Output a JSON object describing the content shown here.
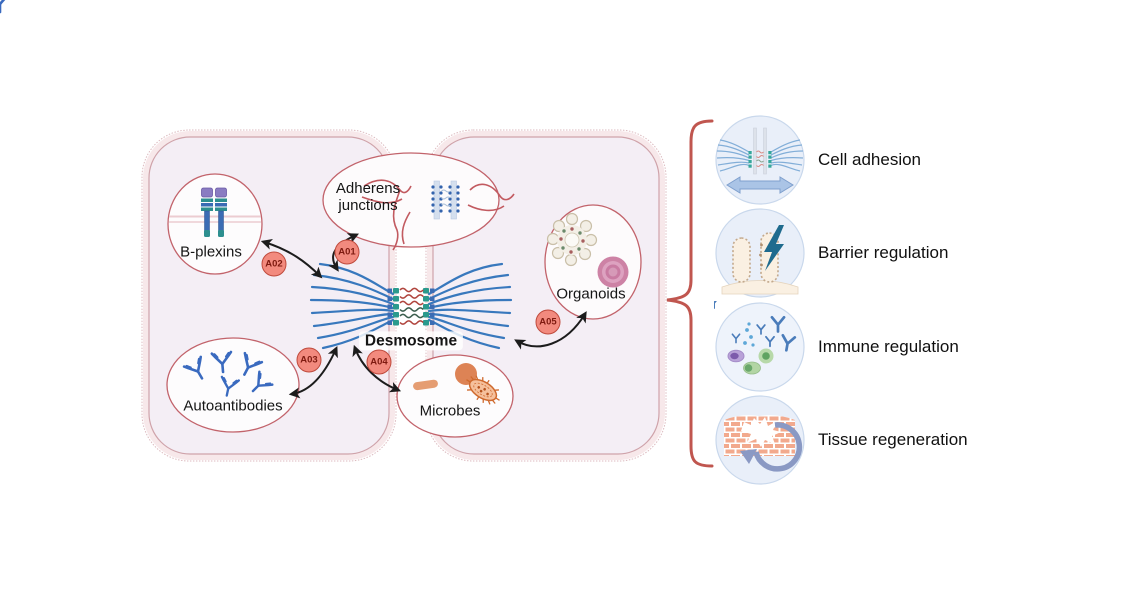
{
  "diagram": {
    "desmosome": {
      "label": "Desmosome"
    },
    "nodes": {
      "b_plexins": {
        "label": "B-plexins"
      },
      "adherens_junctions": {
        "label": "Adherens junctions"
      },
      "organoids": {
        "label": "Organoids"
      },
      "autoantibodies": {
        "label": "Autoantibodies"
      },
      "microbes": {
        "label": "Microbes"
      }
    },
    "badges": {
      "a01": "A01",
      "a02": "A02",
      "a03": "A03",
      "a04": "A04",
      "a05": "A05"
    }
  },
  "legend": {
    "items": [
      {
        "icon": "cell-adhesion-icon",
        "label": "Cell adhesion"
      },
      {
        "icon": "barrier-regulation-icon",
        "label": "Barrier regulation"
      },
      {
        "icon": "immune-regulation-icon",
        "label": "Immune regulation"
      },
      {
        "icon": "tissue-regeneration-icon",
        "label": "Tissue regeneration"
      }
    ]
  },
  "colors": {
    "cell_fill": "#f4eef5",
    "cell_membrane_band": "#f7e8ea",
    "cell_membrane_line": "#cfa3aa",
    "node_border": "#c2636b",
    "badge_fill": "#f28a7e",
    "badge_border": "#bf4a3c",
    "badge_text": "#7e1a10",
    "filament_blue": "#3878bd",
    "plaque_teal": "#2a9a8d",
    "cadherin_red": "#b0453e",
    "cadherin_green": "#3c5f4f",
    "brace": "#c0564f",
    "icon_circle_fill": "#e9eff9",
    "icon_circle_border": "#c9d8ec",
    "arrow": "#1c1c1c"
  }
}
